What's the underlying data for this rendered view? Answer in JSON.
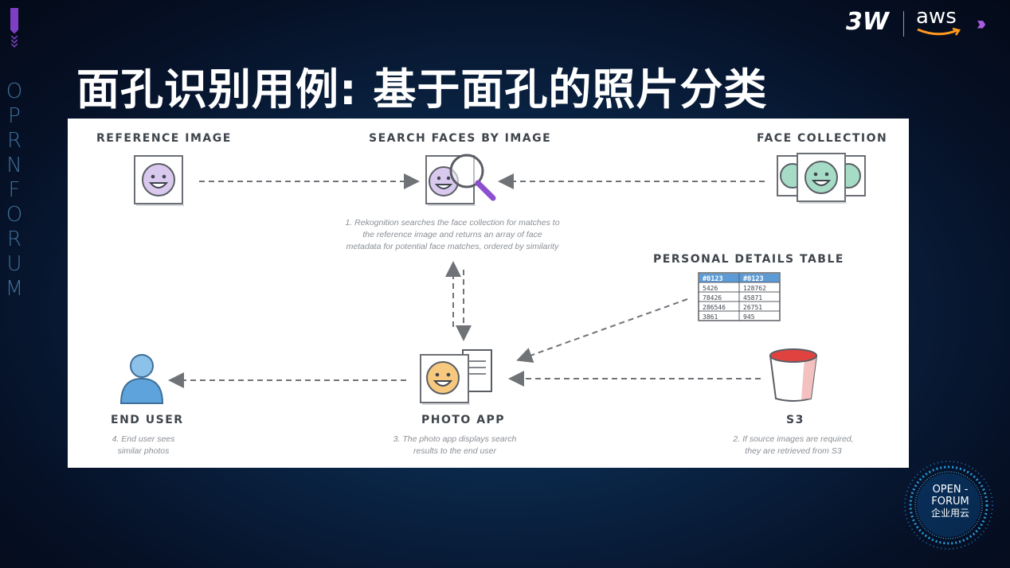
{
  "slide": {
    "title": "面孔识别用例: 基于面孔的照片分类",
    "side_text": "OPRN FORUM"
  },
  "logos": {
    "brand_3w": "3W",
    "aws": "aws",
    "open_forum_line1": "OPEN -",
    "open_forum_line2": "FORUM",
    "open_forum_line3": "企业用云"
  },
  "diagram": {
    "labels": {
      "reference_image": "REFERENCE IMAGE",
      "search_faces": "SEARCH FACES BY IMAGE",
      "face_collection": "FACE COLLECTION",
      "personal_details": "PERSONAL DETAILS TABLE",
      "end_user": "END USER",
      "photo_app": "PHOTO APP",
      "s3": "S3"
    },
    "notes": {
      "step1_line1": "1. Rekognition searches the face collection for matches to",
      "step1_line2": "the reference image and returns an array of face",
      "step1_line3": "metadata for potential face matches, ordered by similarity",
      "step2_line1": "2. If source images are required,",
      "step2_line2": "they are retrieved from S3",
      "step3_line1": "3. The photo app displays search",
      "step3_line2": "results to the end user",
      "step4_line1": "4. End user sees",
      "step4_line2": "similar photos"
    },
    "table": {
      "headers": [
        "#0123",
        "#0123"
      ],
      "rows": [
        [
          "5426",
          "128762"
        ],
        [
          "78426",
          "45871"
        ],
        [
          "286546",
          "26751"
        ],
        [
          "3861",
          "945"
        ]
      ]
    }
  },
  "colors": {
    "accent_purple": "#8b4fd0",
    "face_purple": "#d9c9ee",
    "face_green": "#a6dcc6",
    "face_orange": "#f7c97e",
    "user_blue": "#5fa3dc",
    "table_header_blue": "#5c9bd6",
    "bucket_red": "#e0433f"
  }
}
